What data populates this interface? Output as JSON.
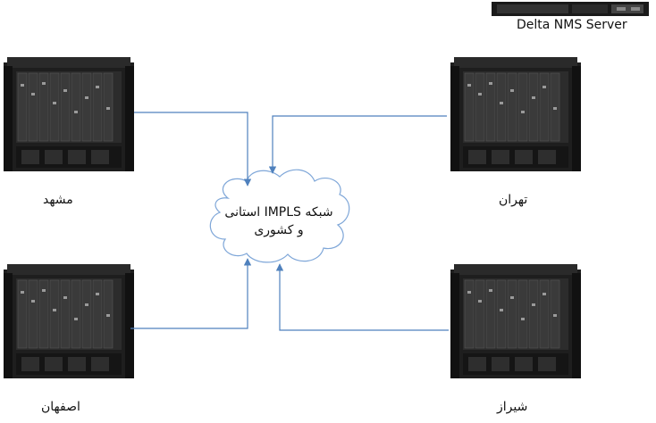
{
  "nodes": [
    {
      "id": "mashhad",
      "label": "مشهد"
    },
    {
      "id": "tehran",
      "label": "تهران"
    },
    {
      "id": "isfahan",
      "label": "اصفهان"
    },
    {
      "id": "shiraz",
      "label": "شیراز"
    }
  ],
  "cloud": {
    "line1": "شبکه IMPLS استانی",
    "line2": "و کشوری"
  },
  "nms_server": {
    "label": "Delta NMS Server"
  },
  "colors": {
    "connector": "#4f81bd",
    "cloud_stroke": "#7ea6d8",
    "chassis_dark": "#1c1c1c"
  }
}
